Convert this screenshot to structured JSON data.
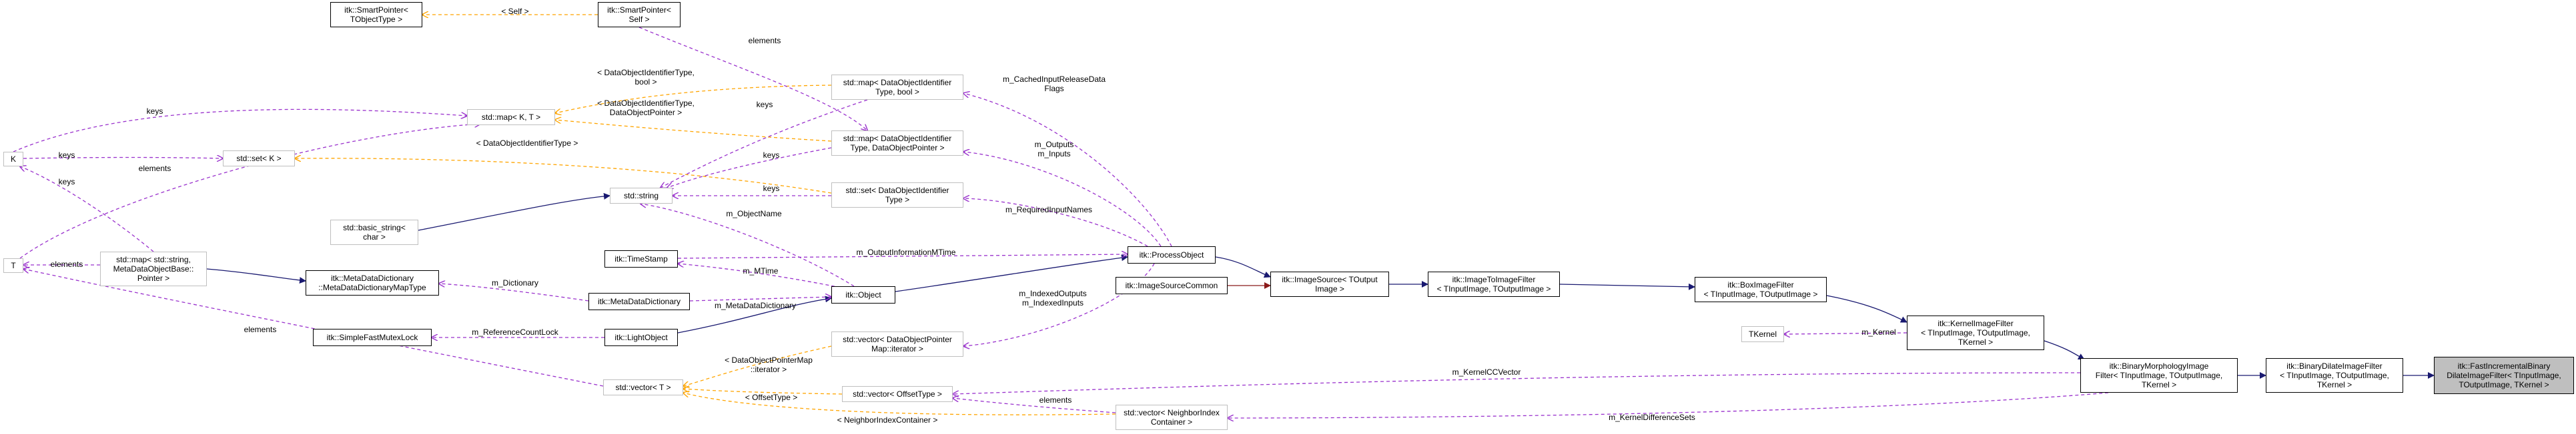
{
  "colors": {
    "inherit": "#191970",
    "usage": "#9a32cd",
    "template": "#ffa500",
    "protected": "#8b1a1a",
    "node_border": "#000000",
    "external_border": "#bfbfbf",
    "current_fill": "#bfbfbf"
  },
  "nodes": [
    {
      "id": "sp_tobjecttype",
      "lines": [
        "itk::SmartPointer<",
        "TObjectType >"
      ]
    },
    {
      "id": "sp_self",
      "lines": [
        "itk::SmartPointer<",
        "Self >"
      ]
    },
    {
      "id": "k",
      "lines": [
        "K"
      ],
      "external": true
    },
    {
      "id": "map_k_t",
      "lines": [
        "std::map< K, T >"
      ],
      "external": true
    },
    {
      "id": "set_k",
      "lines": [
        "std::set< K >"
      ],
      "external": true
    },
    {
      "id": "t",
      "lines": [
        "T"
      ],
      "external": true
    },
    {
      "id": "basic_string",
      "lines": [
        "std::basic_string<",
        "char >"
      ],
      "external": true
    },
    {
      "id": "map_string_mdobj",
      "lines": [
        "std::map< std::string,",
        "MetaDataObjectBase::",
        "Pointer >"
      ],
      "external": true
    },
    {
      "id": "map_doid_bool",
      "lines": [
        "std::map< DataObjectIdentifier",
        "Type, bool >"
      ],
      "external": true
    },
    {
      "id": "map_doid_ptr",
      "lines": [
        "std::map< DataObjectIdentifier",
        "Type, DataObjectPointer >"
      ],
      "external": true
    },
    {
      "id": "string",
      "lines": [
        "std::string"
      ],
      "external": true
    },
    {
      "id": "set_doid",
      "lines": [
        "std::set< DataObjectIdentifier",
        "Type >"
      ],
      "external": true
    },
    {
      "id": "timestamp",
      "lines": [
        "itk::TimeStamp"
      ]
    },
    {
      "id": "mddict_maptype",
      "lines": [
        "itk::MetaDataDictionary",
        "::MetaDataDictionaryMapType"
      ]
    },
    {
      "id": "mddict",
      "lines": [
        "itk::MetaDataDictionary"
      ]
    },
    {
      "id": "object",
      "lines": [
        "itk::Object"
      ]
    },
    {
      "id": "mutexlock",
      "lines": [
        "itk::SimpleFastMutexLock"
      ]
    },
    {
      "id": "lightobject",
      "lines": [
        "itk::LightObject"
      ]
    },
    {
      "id": "processobject",
      "lines": [
        "itk::ProcessObject"
      ]
    },
    {
      "id": "imgsrccommon",
      "lines": [
        "itk::ImageSourceCommon"
      ]
    },
    {
      "id": "vec_dop_iter",
      "lines": [
        "std::vector< DataObjectPointer",
        "Map::iterator >"
      ],
      "external": true
    },
    {
      "id": "vec_t",
      "lines": [
        "std::vector< T >"
      ],
      "external": true
    },
    {
      "id": "vec_offset",
      "lines": [
        "std::vector< OffsetType >"
      ],
      "external": true
    },
    {
      "id": "vec_nic",
      "lines": [
        "std::vector< NeighborIndex",
        "Container >"
      ],
      "external": true
    },
    {
      "id": "imagesource",
      "lines": [
        "itk::ImageSource< TOutput",
        "Image >"
      ]
    },
    {
      "id": "img2img",
      "lines": [
        "itk::ImageToImageFilter",
        "< TInputImage, TOutputImage >"
      ]
    },
    {
      "id": "boxfilter",
      "lines": [
        "itk::BoxImageFilter",
        "< TInputImage, TOutputImage >"
      ]
    },
    {
      "id": "tkernel",
      "lines": [
        "TKernel"
      ],
      "external": true
    },
    {
      "id": "kernelfilter",
      "lines": [
        "itk::KernelImageFilter",
        "< TInputImage, TOutputImage,",
        " TKernel >"
      ]
    },
    {
      "id": "binmorph",
      "lines": [
        "itk::BinaryMorphologyImage",
        "Filter< TInputImage, TOutputImage,",
        " TKernel >"
      ]
    },
    {
      "id": "bindilate",
      "lines": [
        "itk::BinaryDilateImageFilter",
        "< TInputImage, TOutputImage,",
        " TKernel >"
      ]
    },
    {
      "id": "fastincr",
      "lines": [
        "itk::FastIncrementalBinary",
        "DilateImageFilter< TInputImage,",
        " TOutputImage, TKernel >"
      ],
      "current": true
    }
  ],
  "labels": [
    {
      "id": "lbl_self",
      "lines": [
        "< Self >"
      ]
    },
    {
      "id": "lbl_elements_top",
      "lines": [
        "elements"
      ]
    },
    {
      "id": "lbl_doid_bool",
      "lines": [
        "< DataObjectIdentifierType,",
        "bool >"
      ]
    },
    {
      "id": "lbl_keys_k",
      "lines": [
        "keys"
      ]
    },
    {
      "id": "lbl_keys_map_doid",
      "lines": [
        "keys"
      ]
    },
    {
      "id": "lbl_cached",
      "lines": [
        "m_CachedInputReleaseData",
        "Flags"
      ]
    },
    {
      "id": "lbl_doid_ptr",
      "lines": [
        "< DataObjectIdentifierType,",
        "DataObjectPointer >"
      ]
    },
    {
      "id": "lbl_keys_setk",
      "lines": [
        "keys"
      ]
    },
    {
      "id": "lbl_doid_type",
      "lines": [
        "< DataObjectIdentifierType >"
      ]
    },
    {
      "id": "lbl_keys_ptr",
      "lines": [
        "keys"
      ]
    },
    {
      "id": "lbl_elements_t",
      "lines": [
        "elements"
      ]
    },
    {
      "id": "lbl_outputs_inputs",
      "lines": [
        "m_Outputs",
        "m_Inputs"
      ]
    },
    {
      "id": "lbl_keys_map_string",
      "lines": [
        "keys"
      ]
    },
    {
      "id": "lbl_keys_set_doid",
      "lines": [
        "keys"
      ]
    },
    {
      "id": "lbl_required",
      "lines": [
        "m_RequiredInputNames"
      ]
    },
    {
      "id": "lbl_objectname",
      "lines": [
        "m_ObjectName"
      ]
    },
    {
      "id": "lbl_elements_t2",
      "lines": [
        "elements"
      ]
    },
    {
      "id": "lbl_outinfo",
      "lines": [
        "m_OutputInformationMTime"
      ]
    },
    {
      "id": "lbl_mtime",
      "lines": [
        "m_MTime"
      ]
    },
    {
      "id": "lbl_dictionary",
      "lines": [
        "m_Dictionary"
      ]
    },
    {
      "id": "lbl_mdd",
      "lines": [
        "m_MetaDataDictionary"
      ]
    },
    {
      "id": "lbl_indexed",
      "lines": [
        "m_IndexedOutputs",
        "m_IndexedInputs"
      ]
    },
    {
      "id": "lbl_elements_vec",
      "lines": [
        "elements"
      ]
    },
    {
      "id": "lbl_refcount",
      "lines": [
        "m_ReferenceCountLock"
      ]
    },
    {
      "id": "lbl_dopmap_iter",
      "lines": [
        "< DataObjectPointerMap",
        "::iterator >"
      ]
    },
    {
      "id": "lbl_kernel",
      "lines": [
        "m_Kernel"
      ]
    },
    {
      "id": "lbl_kernelccv",
      "lines": [
        "m_KernelCCVector"
      ]
    },
    {
      "id": "lbl_offsettype",
      "lines": [
        "< OffsetType >"
      ]
    },
    {
      "id": "lbl_elements_nic",
      "lines": [
        "elements"
      ]
    },
    {
      "id": "lbl_nic",
      "lines": [
        "< NeighborIndexContainer >"
      ]
    },
    {
      "id": "lbl_kerneldiff",
      "lines": [
        "m_KernelDifferenceSets"
      ]
    }
  ],
  "edges": [
    {
      "from": "lightobject",
      "to": "object",
      "kind": "inherit"
    },
    {
      "from": "object",
      "to": "processobject",
      "kind": "inherit"
    },
    {
      "from": "processobject",
      "to": "imagesource",
      "kind": "inherit"
    },
    {
      "from": "imgsrccommon",
      "to": "imagesource",
      "kind": "protected"
    },
    {
      "from": "imagesource",
      "to": "img2img",
      "kind": "inherit"
    },
    {
      "from": "img2img",
      "to": "boxfilter",
      "kind": "inherit"
    },
    {
      "from": "boxfilter",
      "to": "kernelfilter",
      "kind": "inherit"
    },
    {
      "from": "kernelfilter",
      "to": "binmorph",
      "kind": "inherit"
    },
    {
      "from": "binmorph",
      "to": "bindilate",
      "kind": "inherit"
    },
    {
      "from": "bindilate",
      "to": "fastincr",
      "kind": "inherit"
    },
    {
      "from": "basic_string",
      "to": "string",
      "kind": "inherit"
    },
    {
      "from": "map_string_mdobj",
      "to": "mddict_maptype",
      "kind": "inherit"
    },
    {
      "from": "sp_tobjecttype",
      "to": "sp_self",
      "kind": "template"
    },
    {
      "from": "map_k_t",
      "to": "map_doid_bool",
      "kind": "template"
    },
    {
      "from": "map_k_t",
      "to": "map_doid_ptr",
      "kind": "template"
    },
    {
      "from": "set_k",
      "to": "set_doid",
      "kind": "template"
    },
    {
      "from": "vec_t",
      "to": "vec_dop_iter",
      "kind": "template"
    },
    {
      "from": "vec_t",
      "to": "vec_offset",
      "kind": "template"
    },
    {
      "from": "vec_t",
      "to": "vec_nic",
      "kind": "template"
    },
    {
      "from": "k",
      "to": "map_k_t",
      "kind": "usage"
    },
    {
      "from": "t",
      "to": "map_k_t",
      "kind": "usage"
    },
    {
      "from": "k",
      "to": "set_k",
      "kind": "usage"
    },
    {
      "from": "k",
      "to": "map_string_mdobj",
      "kind": "usage"
    },
    {
      "from": "t",
      "to": "map_string_mdobj",
      "kind": "usage"
    },
    {
      "from": "t",
      "to": "vec_t",
      "kind": "usage"
    },
    {
      "from": "sp_self",
      "to": "map_doid_ptr",
      "kind": "usage"
    },
    {
      "from": "string",
      "to": "map_doid_bool",
      "kind": "usage"
    },
    {
      "from": "string",
      "to": "map_doid_ptr",
      "kind": "usage"
    },
    {
      "from": "string",
      "to": "set_doid",
      "kind": "usage"
    },
    {
      "from": "string",
      "to": "object",
      "kind": "usage"
    },
    {
      "from": "map_doid_bool",
      "to": "processobject",
      "kind": "usage"
    },
    {
      "from": "map_doid_ptr",
      "to": "processobject",
      "kind": "usage"
    },
    {
      "from": "set_doid",
      "to": "processobject",
      "kind": "usage"
    },
    {
      "from": "timestamp",
      "to": "processobject",
      "kind": "usage"
    },
    {
      "from": "timestamp",
      "to": "object",
      "kind": "usage"
    },
    {
      "from": "mddict_maptype",
      "to": "mddict",
      "kind": "usage"
    },
    {
      "from": "mddict",
      "to": "object",
      "kind": "usage"
    },
    {
      "from": "mutexlock",
      "to": "lightobject",
      "kind": "usage"
    },
    {
      "from": "vec_dop_iter",
      "to": "processobject",
      "kind": "usage"
    },
    {
      "from": "tkernel",
      "to": "kernelfilter",
      "kind": "usage"
    },
    {
      "from": "vec_offset",
      "to": "binmorph",
      "kind": "usage"
    },
    {
      "from": "vec_offset",
      "to": "vec_nic",
      "kind": "usage"
    },
    {
      "from": "vec_nic",
      "to": "binmorph",
      "kind": "usage"
    }
  ]
}
